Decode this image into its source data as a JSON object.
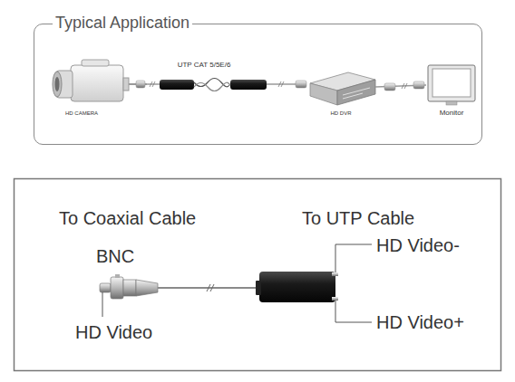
{
  "diagram": {
    "nodes": [
      {
        "text": [
          "Typical Application"
        ]
      }
    ],
    "labels": [
      "UTP CAT 5/5E/6",
      "HD CAMERA",
      "HD DVR",
      "Monitor",
      "To Coaxial Cable",
      "To UTP Cable",
      "BNC",
      "HD Video-",
      "HD Video+",
      "HD Video"
    ]
  }
}
